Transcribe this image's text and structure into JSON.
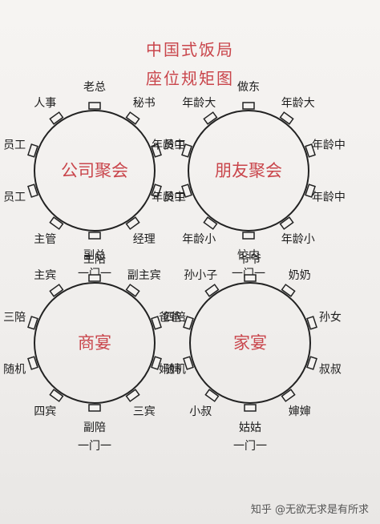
{
  "title_line1": "中国式饭局",
  "title_line2": "座位规矩图",
  "tables": [
    {
      "center": "公司聚会",
      "door": "一门一",
      "seats": [
        "老总",
        "秘书",
        "员工",
        "员工",
        "经理",
        "副总",
        "主管",
        "员工",
        "员工",
        "人事"
      ]
    },
    {
      "center": "朋友聚会",
      "door": "一门一",
      "seats": [
        "做东",
        "年龄大",
        "年龄中",
        "年龄中",
        "年龄小",
        "忙内",
        "年龄小",
        "年龄中",
        "年龄中",
        "年龄大"
      ]
    },
    {
      "center": "商宴",
      "door": "一门一",
      "seats": [
        "主陪",
        "副主宾",
        "四陪",
        "随机",
        "三宾",
        "副陪",
        "四宾",
        "随机",
        "三陪",
        "主宾"
      ]
    },
    {
      "center": "家宴",
      "door": "一门一",
      "seats": [
        "爷爷",
        "奶奶",
        "孙女",
        "叔叔",
        "婶婶",
        "姑姑",
        "小叔",
        "妈妈",
        "爸爸",
        "孙小子"
      ]
    }
  ],
  "watermark": "知乎 @无欲无求是有所求"
}
